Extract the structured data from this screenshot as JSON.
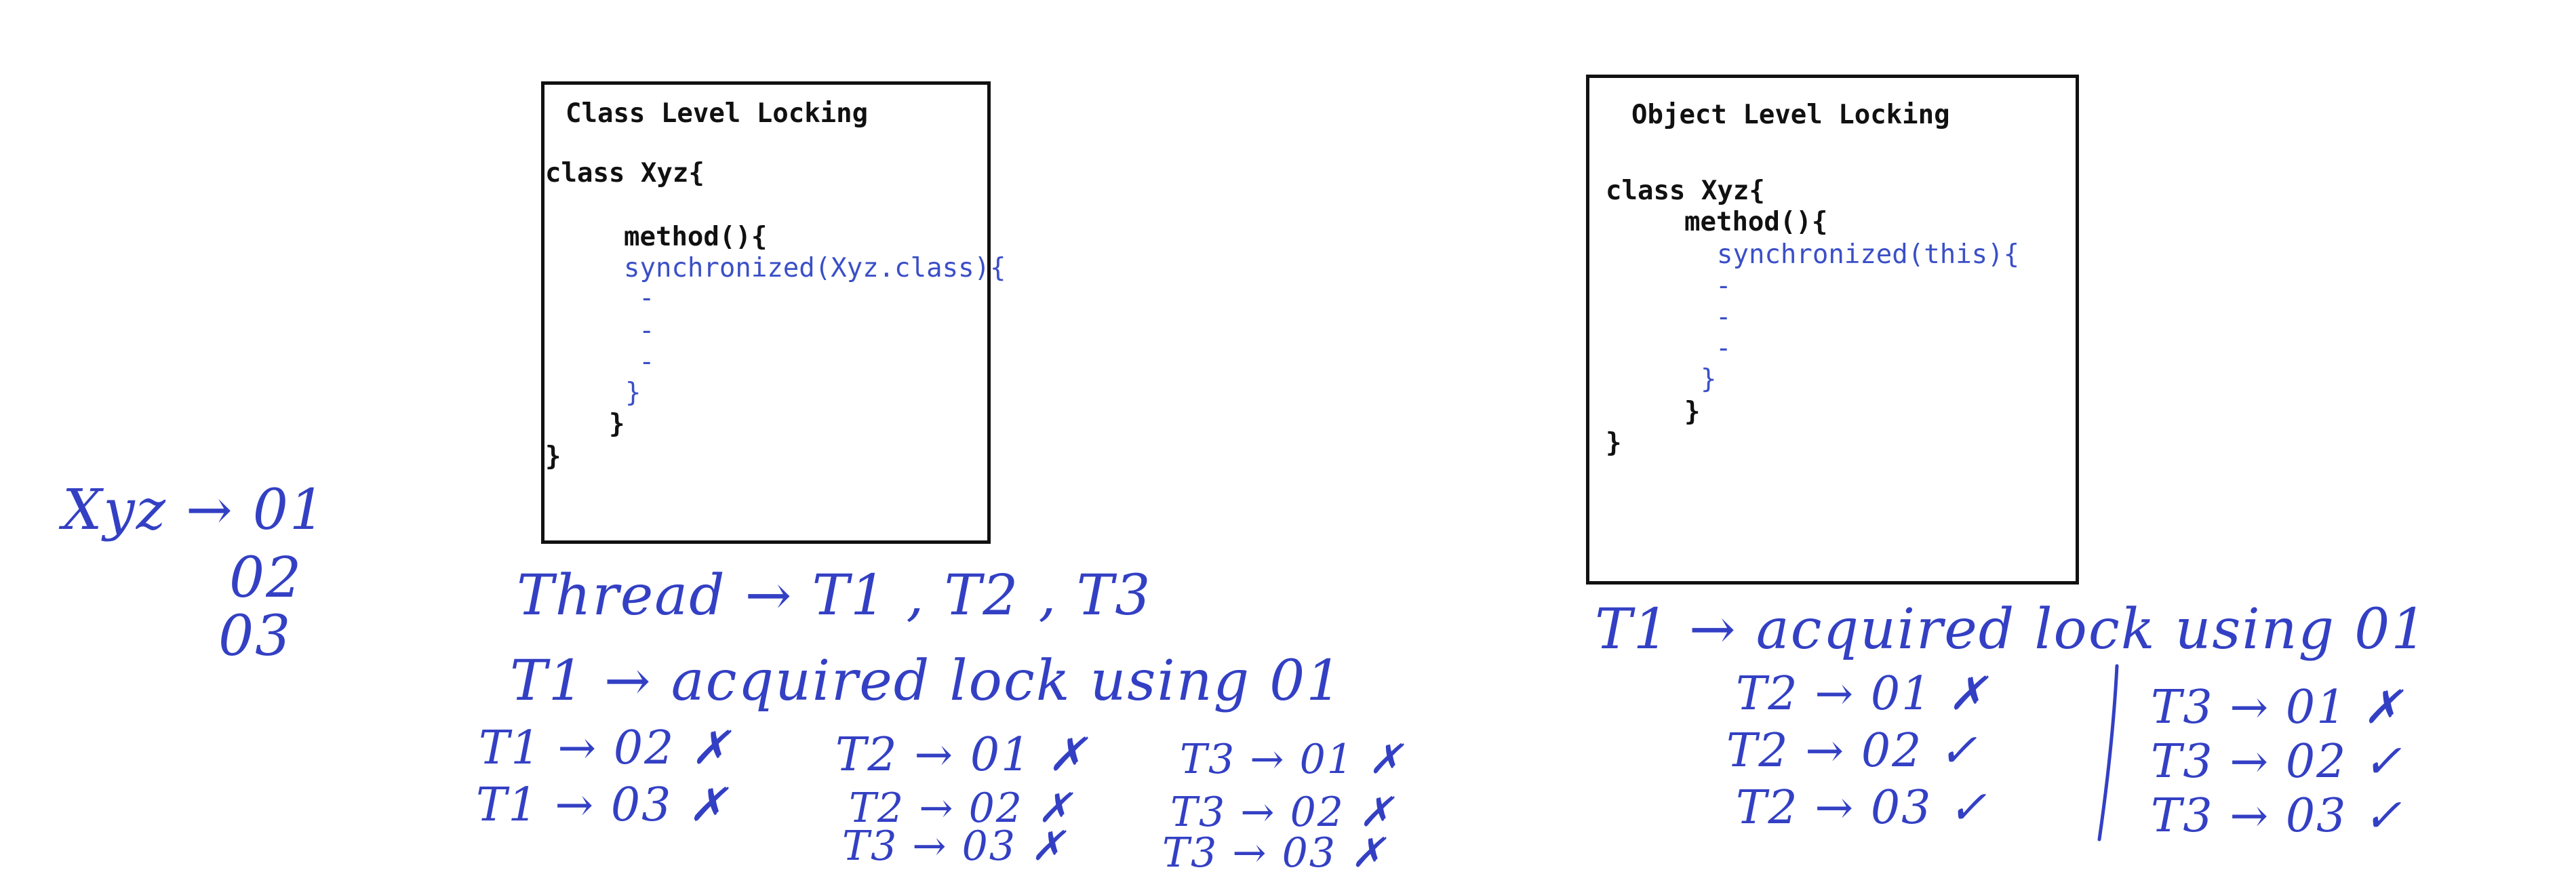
{
  "class_box": {
    "title": "Class Level Locking",
    "lines": [
      {
        "text": "class Xyz{",
        "style": "black"
      },
      {
        "text": "method(){",
        "style": "black"
      },
      {
        "text": "synchronized(Xyz.class){",
        "style": "blue"
      },
      {
        "text": "-",
        "style": "blue"
      },
      {
        "text": "-",
        "style": "blue"
      },
      {
        "text": "-",
        "style": "blue"
      },
      {
        "text": "}",
        "style": "blue"
      },
      {
        "text": "}",
        "style": "black"
      },
      {
        "text": "}",
        "style": "black"
      }
    ]
  },
  "object_box": {
    "title": "Object Level Locking",
    "lines": [
      {
        "text": "class Xyz{",
        "style": "black"
      },
      {
        "text": "method(){",
        "style": "black"
      },
      {
        "text": "synchronized(this){",
        "style": "blue"
      },
      {
        "text": "-",
        "style": "blue"
      },
      {
        "text": "-",
        "style": "blue"
      },
      {
        "text": "-",
        "style": "blue"
      },
      {
        "text": "}",
        "style": "blue"
      },
      {
        "text": "}",
        "style": "black"
      },
      {
        "text": "}",
        "style": "black"
      }
    ]
  },
  "handwriting": {
    "objects": {
      "xyz": "Xyz → 01",
      "o2": "02",
      "o3": "03"
    },
    "class_notes": {
      "threads": "Thread → T1 , T2 , T3",
      "t1_acquired": "T1 → acquired lock using 01",
      "t1_o2": "T1 → 02 ✗",
      "t1_o3": "T1 → 03 ✗",
      "t2_o1": "T2 → 01 ✗",
      "t2_o2": "T2 → 02 ✗",
      "t3_o3": "T3 → 03 ✗",
      "t3_o1": "T3 → 01 ✗",
      "t3_o2": "T3 → 02 ✗",
      "t3_o3b": "T3 → 03 ✗"
    },
    "object_notes": {
      "t1_acquired": "T1 → acquired lock using 01",
      "t2_o1": "T2 → 01 ✗",
      "t2_o2": "T2 → 02 ✓",
      "t2_o3": "T2 → 03 ✓",
      "t3_o1": "T3 → 01 ✗",
      "t3_o2": "T3 → 02 ✓",
      "t3_o3": "T3 → 03 ✓"
    }
  },
  "colors": {
    "ink_blue": "#3340c4",
    "code_blue": "#3b4fc7",
    "ink_black": "#111111"
  }
}
